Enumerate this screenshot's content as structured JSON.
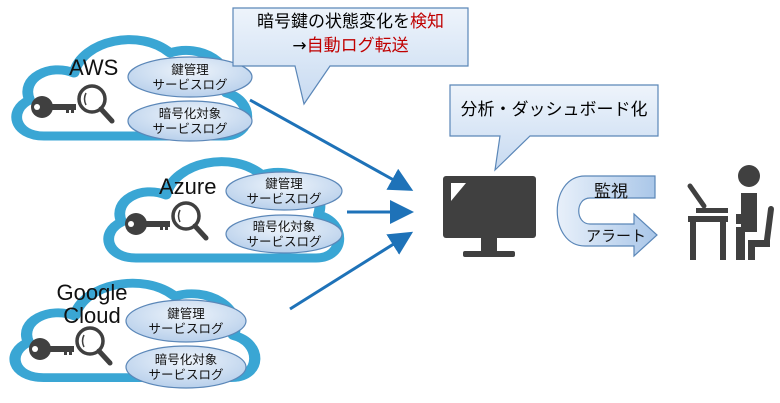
{
  "colors": {
    "cloud_stroke": "#3aa6d4",
    "arrow": "#1e72b8",
    "icon_dark": "#404040",
    "callout_fill": "#dce8f6",
    "callout_stroke": "#5b87b8",
    "ellipse_fill": "#c8daf0",
    "highlight_red": "#c00000"
  },
  "clouds": [
    {
      "name": "AWS",
      "key_log": [
        "鍵管理",
        "サービスログ"
      ],
      "enc_log": [
        "暗号化対象",
        "サービスログ"
      ]
    },
    {
      "name": "Azure",
      "key_log": [
        "鍵管理",
        "サービスログ"
      ],
      "enc_log": [
        "暗号化対象",
        "サービスログ"
      ]
    },
    {
      "name_lines": [
        "Google",
        "Cloud"
      ],
      "key_log": [
        "鍵管理",
        "サービスログ"
      ],
      "enc_log": [
        "暗号化対象",
        "サービスログ"
      ]
    }
  ],
  "callout_detect": {
    "line1_black": "暗号鍵の状態変化を",
    "line1_red": "検知",
    "line2_black": "→",
    "line2_red": "自動ログ転送"
  },
  "callout_analysis": {
    "text": "分析・ダッシュボード化"
  },
  "uturn_arrow": {
    "top_label": "監視",
    "bottom_label": "アラート"
  },
  "icons": [
    "cloud-icon",
    "key-icon",
    "magnifier-icon",
    "monitor-icon",
    "person-at-desk-icon",
    "arrow-icon"
  ]
}
